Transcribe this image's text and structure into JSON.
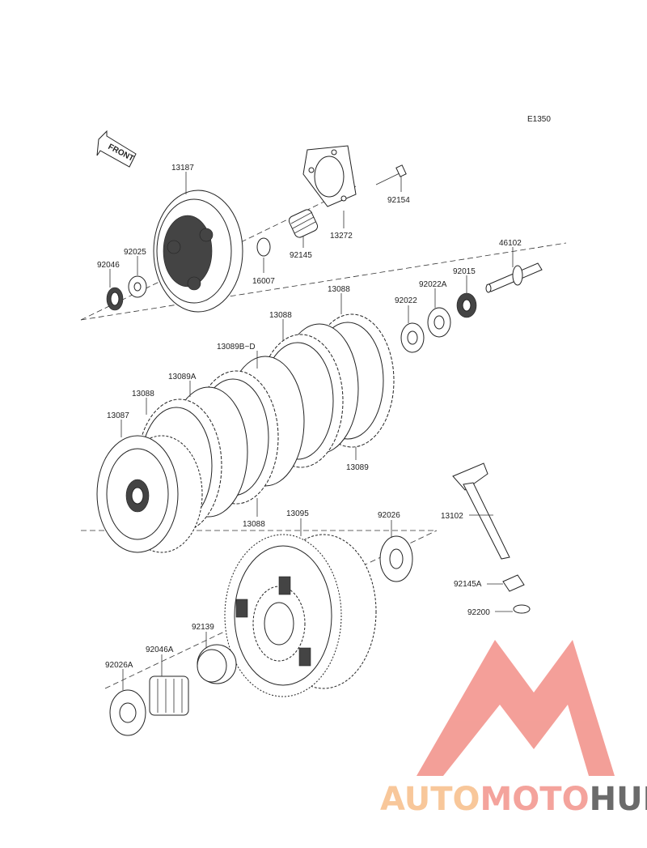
{
  "diagram_code": "E1350",
  "front_label": "FRONT",
  "parts": [
    {
      "id": "p13187",
      "number": "13187"
    },
    {
      "id": "p92154",
      "number": "92154"
    },
    {
      "id": "p13272",
      "number": "13272"
    },
    {
      "id": "p92145",
      "number": "92145"
    },
    {
      "id": "p16007",
      "number": "16007"
    },
    {
      "id": "p92025",
      "number": "92025"
    },
    {
      "id": "p92046",
      "number": "92046"
    },
    {
      "id": "p46102",
      "number": "46102"
    },
    {
      "id": "p92015",
      "number": "92015"
    },
    {
      "id": "p92022A",
      "number": "92022A"
    },
    {
      "id": "p92022",
      "number": "92022"
    },
    {
      "id": "p13088a",
      "number": "13088"
    },
    {
      "id": "p13088b",
      "number": "13088"
    },
    {
      "id": "p13089BD",
      "number": "13089B~D"
    },
    {
      "id": "p13089A",
      "number": "13089A"
    },
    {
      "id": "p13088c",
      "number": "13088"
    },
    {
      "id": "p13087",
      "number": "13087"
    },
    {
      "id": "p13089",
      "number": "13089"
    },
    {
      "id": "p13088d",
      "number": "13088"
    },
    {
      "id": "p13095",
      "number": "13095"
    },
    {
      "id": "p92026",
      "number": "92026"
    },
    {
      "id": "p13102",
      "number": "13102"
    },
    {
      "id": "p92145A",
      "number": "92145A"
    },
    {
      "id": "p92200",
      "number": "92200"
    },
    {
      "id": "p92139",
      "number": "92139"
    },
    {
      "id": "p92046A",
      "number": "92046A"
    },
    {
      "id": "p92026A",
      "number": "92026A"
    }
  ],
  "watermark": {
    "part1": "AUTO",
    "part2": "MOTO",
    "part3": "HUB",
    "color1": "#f8c79a",
    "color2": "#f4a39c",
    "color3": "#6b6b6b",
    "logo_color": "#f39a93"
  }
}
